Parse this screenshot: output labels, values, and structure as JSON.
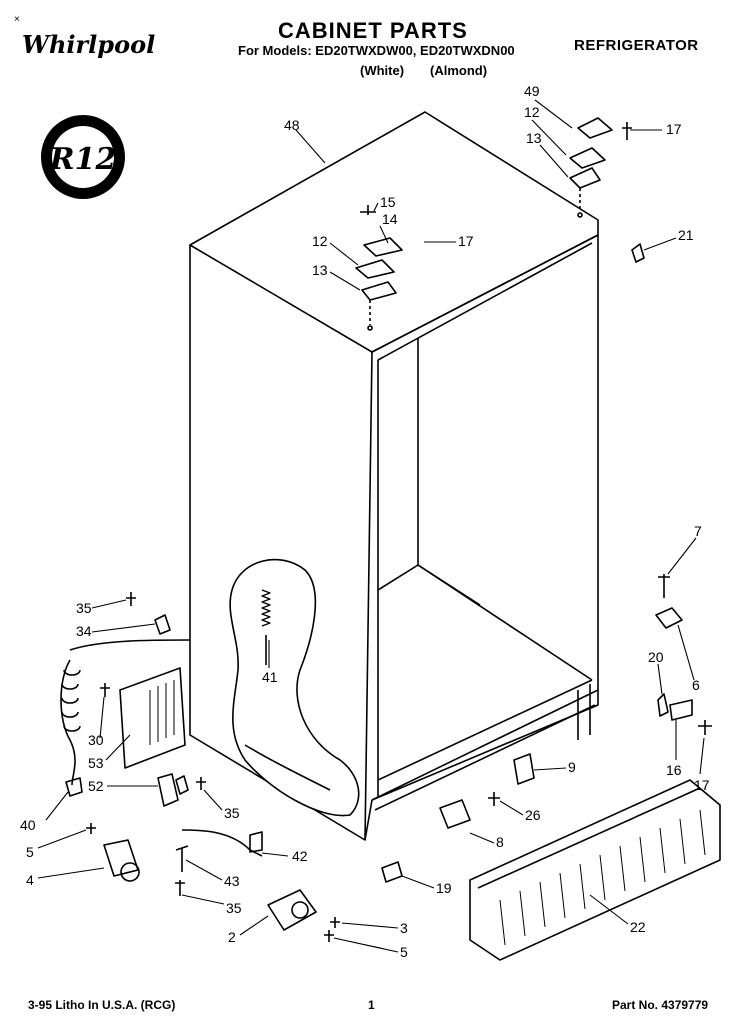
{
  "header": {
    "brand": "Whirlpool",
    "title": "CABINET PARTS",
    "models_line": "For Models: ED20TWXDW00, ED20TWXDN00",
    "color_white": "(White)",
    "color_almond": "(Almond)",
    "category": "REFRIGERATOR",
    "badge": "R12"
  },
  "callouts": [
    "48",
    "49",
    "12",
    "17",
    "13",
    "15",
    "14",
    "12",
    "17",
    "13",
    "21",
    "7",
    "6",
    "20",
    "16",
    "17",
    "9",
    "26",
    "8",
    "22",
    "19",
    "35",
    "34",
    "41",
    "30",
    "53",
    "52",
    "35",
    "40",
    "5",
    "4",
    "42",
    "43",
    "35",
    "2",
    "3",
    "5"
  ],
  "footer": {
    "litho": "3-95 Litho In U.S.A. (RCG)",
    "page": "1",
    "part_no": "Part No. 4379779"
  }
}
